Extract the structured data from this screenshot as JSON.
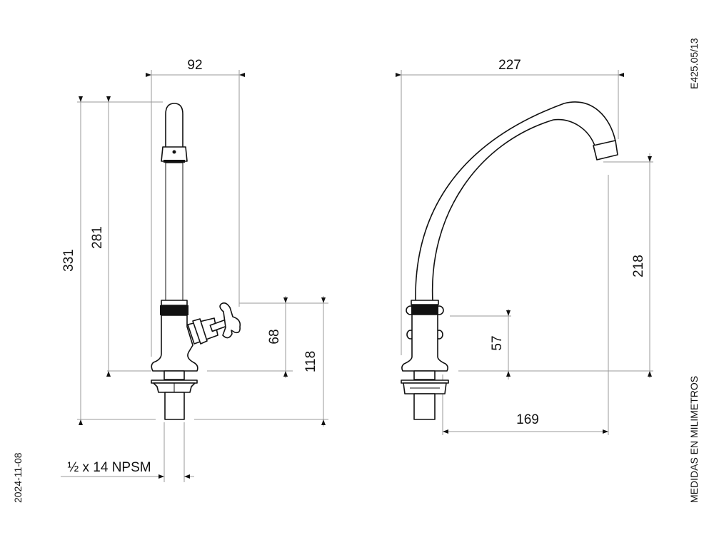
{
  "drawing": {
    "code": "E425.05/13",
    "units_note": "MEDIDAS EN MILIMETROS",
    "date": "2024-11-08"
  },
  "left_view": {
    "dims": {
      "width": "92",
      "total_height": "331",
      "spout_height": "281",
      "handle_height": "68",
      "body_height": "118"
    },
    "thread": "½ x 14 NPSM"
  },
  "right_view": {
    "dims": {
      "width": "227",
      "outlet_height": "218",
      "body_height": "57",
      "reach": "169"
    }
  }
}
